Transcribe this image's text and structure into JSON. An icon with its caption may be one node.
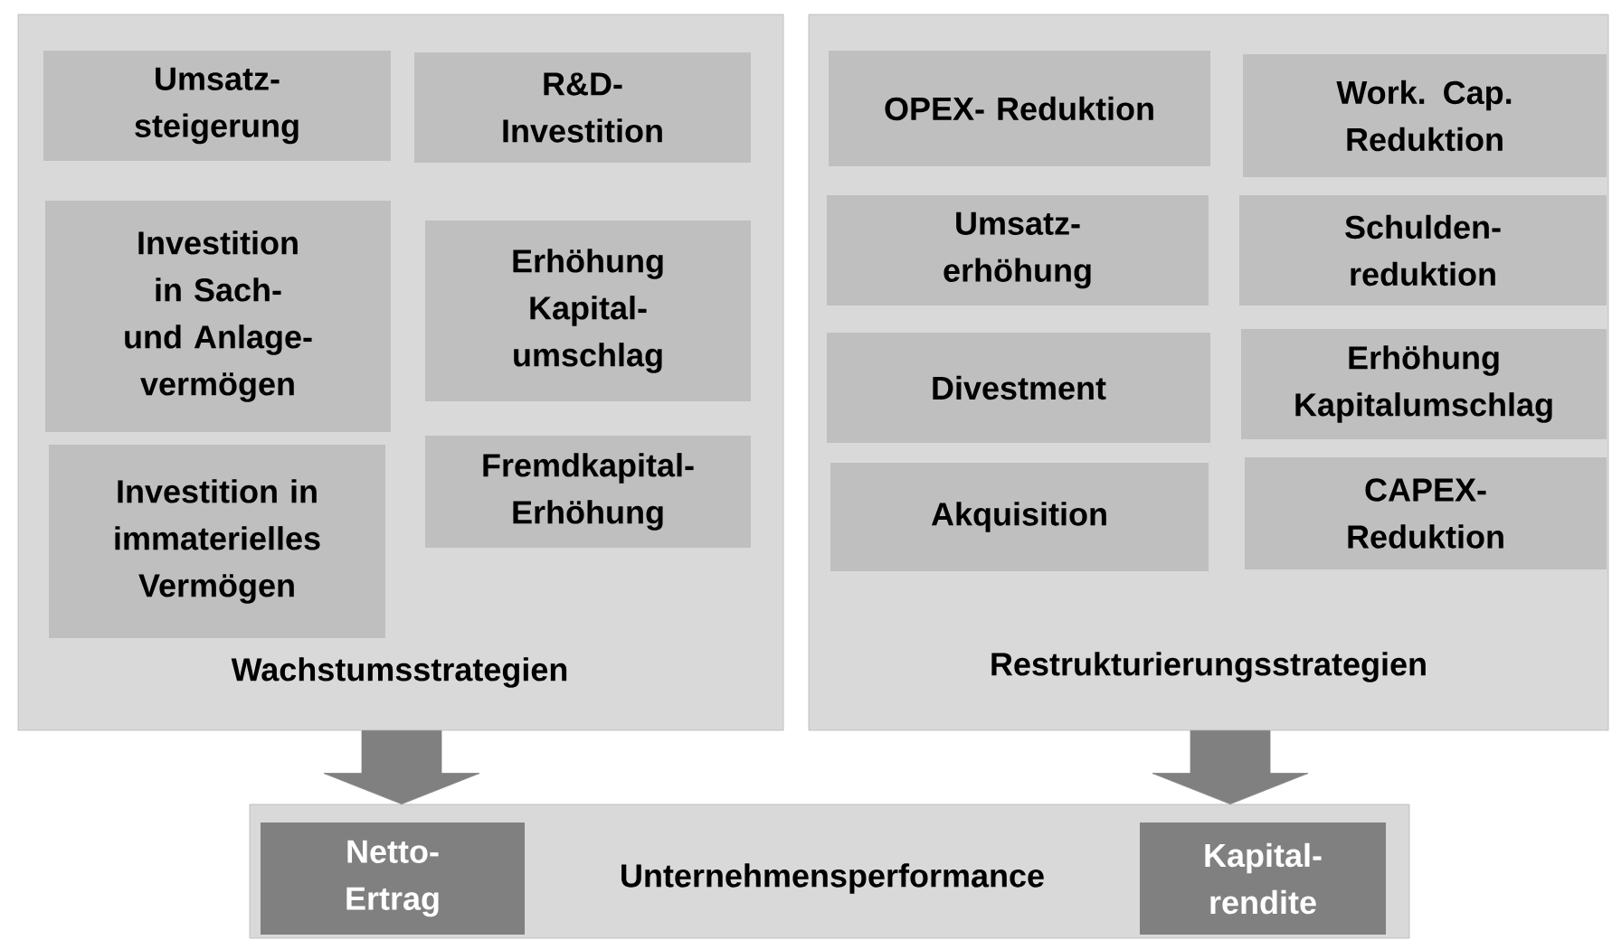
{
  "diagram": {
    "nodes": [
      {
        "text": [
          "Wachstumsstrategien"
        ]
      },
      {
        "text": [
          "Umsatz- steigerung"
        ],
        "in": 0
      },
      {
        "text": [
          "R&D- Investition"
        ],
        "in": 0
      },
      {
        "text": [
          "Investition in Sach- und Anlage- vermögen"
        ],
        "in": 0
      },
      {
        "text": [
          "Erhöhung Kapital- umschlag"
        ],
        "in": 0
      },
      {
        "text": [
          "Investition in immaterielles Vermögen"
        ],
        "in": 0
      },
      {
        "text": [
          "Fremdkapital- Erhöhung"
        ],
        "in": 0
      },
      {
        "text": [
          "Restrukturierungsstrategien"
        ]
      },
      {
        "text": [
          "OPEX- Reduktion"
        ],
        "in": 7
      },
      {
        "text": [
          "Work. Cap. Reduktion"
        ],
        "in": 7
      },
      {
        "text": [
          "Umsatz- erhöhung"
        ],
        "in": 7
      },
      {
        "text": [
          "Schulden- reduktion"
        ],
        "in": 7
      },
      {
        "text": [
          "Divestment"
        ],
        "in": 7
      },
      {
        "text": [
          "Erhöhung Kapitalumschlag"
        ],
        "in": 7
      },
      {
        "text": [
          "Akquisition"
        ],
        "in": 7
      },
      {
        "text": [
          "CAPEX- Reduktion"
        ],
        "in": 7
      },
      {
        "text": [
          "Unternehmensperformance"
        ]
      },
      {
        "text": [
          "Netto- Ertrag"
        ],
        "in": 16
      },
      {
        "text": [
          "Kapital- rendite"
        ],
        "in": 16
      }
    ],
    "edges": [
      {
        "from": 0,
        "to": 16,
        "arrow": "to"
      },
      {
        "from": 7,
        "to": 16,
        "arrow": "to"
      }
    ]
  }
}
